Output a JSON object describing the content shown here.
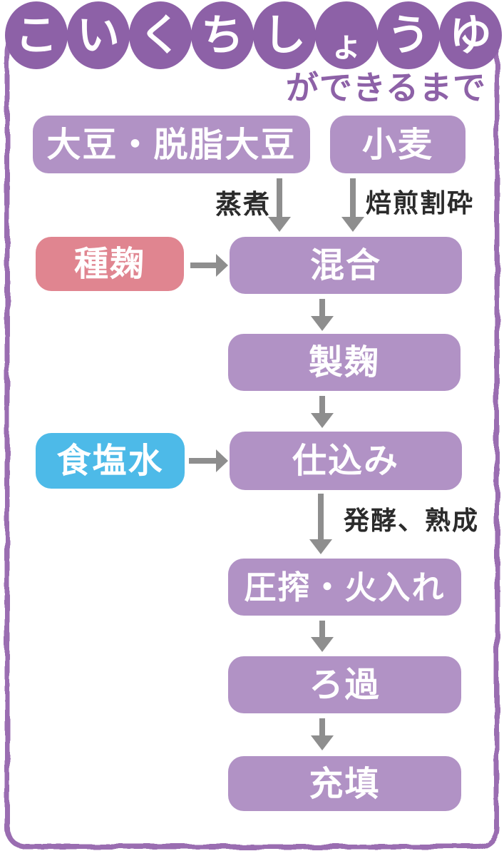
{
  "header": {
    "title_chars": [
      "こ",
      "い",
      "く",
      "ち",
      "し",
      "ょ",
      "う",
      "ゆ"
    ],
    "subtitle": "ができるまで"
  },
  "nodes": {
    "soybean": "大豆・脱脂大豆",
    "wheat": "小麦",
    "seed_koji": "種麹",
    "mixing": "混合",
    "koji_making": "製麹",
    "salt_water": "食塩水",
    "preparation": "仕込み",
    "pressing_pasteurization": "圧搾・火入れ",
    "filtration": "ろ過",
    "filling": "充填"
  },
  "arrow_labels": {
    "steaming": "蒸煮",
    "roasting_crushing": "焙煎割砕",
    "fermentation_aging": "発酵、熟成"
  },
  "colors": {
    "title_purple": "#8d61a7",
    "border_purple": "#9a6db1",
    "box_purple": "#b192c5",
    "pink": "#e08590",
    "blue": "#4dbae8",
    "arrow_gray": "#8e8e8e",
    "label_dark": "#2b2b2b"
  }
}
